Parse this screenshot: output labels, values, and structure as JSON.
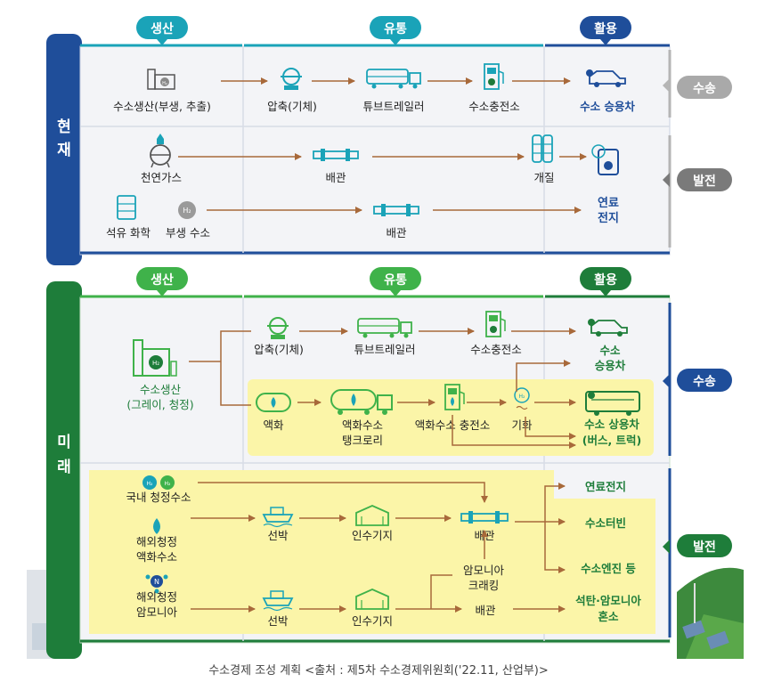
{
  "colors": {
    "present_blue": "#1f4e9a",
    "present_teal": "#1aa3b8",
    "future_green": "#1e7d3a",
    "future_light_green": "#3fb24a",
    "gray_label": "#a9a9a9",
    "dark_gray_label": "#7a7a7a",
    "yellow": "#fbf5a8",
    "arrow": "#a8693a",
    "panel_bg": "#f3f4f7"
  },
  "present": {
    "side_label": "현재",
    "headers": {
      "production": "생산",
      "distribution": "유통",
      "usage": "활용"
    },
    "transport_label": "수송",
    "power_label": "발전",
    "transport_row": {
      "production": "수소생산(부생, 추출)",
      "compression": "압축(기체)",
      "tube_trailer": "튜브트레일러",
      "station": "수소충전소",
      "car": "수소 승용차"
    },
    "power_row": {
      "natural_gas": "천연가스",
      "pipeline_1": "배관",
      "reforming": "개질",
      "fuel_cell_line1": "연료",
      "fuel_cell_line2": "전지",
      "petrochemical": "석유 화학",
      "byproduct": "부생 수소",
      "pipeline_2": "배관"
    }
  },
  "future": {
    "side_label": "미래",
    "headers": {
      "production": "생산",
      "distribution": "유통",
      "usage": "활용"
    },
    "transport_label": "수송",
    "power_label": "발전",
    "production_line1": "수소생산",
    "production_line2": "(그레이, 청정)",
    "compression": "압축(기체)",
    "tube_trailer": "튜브트레일러",
    "station": "수소충전소",
    "car_line1": "수소",
    "car_line2": "승용차",
    "liquefaction": "액화",
    "lh2_truck_line1": "액화수소",
    "lh2_truck_line2": "탱크로리",
    "lh2_station": "액화수소 충전소",
    "vaporization": "기화",
    "commercial_line1": "수소 상용차",
    "commercial_line2": "(버스, 트럭)",
    "domestic_clean": "국내 청정수소",
    "overseas_lh2_line1": "해외청정",
    "overseas_lh2_line2": "액화수소",
    "overseas_nh3_line1": "해외청정",
    "overseas_nh3_line2": "암모니아",
    "ship_1": "선박",
    "terminal_1": "인수기지",
    "pipeline_1": "배관",
    "ship_2": "선박",
    "terminal_2": "인수기지",
    "pipeline_2": "배관",
    "cracking_line1": "암모니아",
    "cracking_line2": "크래킹",
    "fuel_cell": "연료전지",
    "turbine": "수소터빈",
    "engine": "수소엔진 등",
    "cofiring_line1": "석탄·암모니아",
    "cofiring_line2": "혼소"
  },
  "icons": {
    "h2": "H₂",
    "n": "N"
  },
  "caption": "수소경제 조성 계획 <출처 : 제5차 수소경제위원회('22.11, 산업부)>"
}
